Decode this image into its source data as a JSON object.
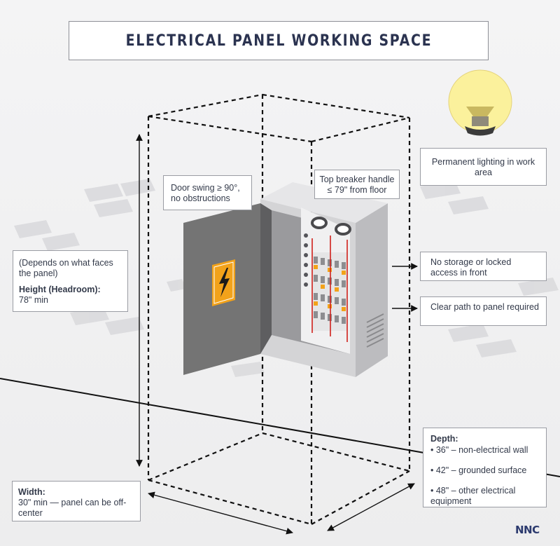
{
  "title": "ELECTRICAL PANEL WORKING SPACE",
  "labels": {
    "lighting": "Permanent lighting in work area",
    "door_swing": "Door swing ≥ 90°, no obstructions",
    "breaker": "Top breaker handle ≤ 79\" from floor",
    "headroom_note": "(Depends on what faces the panel)",
    "headroom_title": "Height (Headroom):",
    "headroom_value": "78\" min",
    "storage": "No storage or locked access in front",
    "clear_path": "Clear path to panel required",
    "depth_title": "Depth:",
    "depth_items": [
      "• 36\" – non-electrical wall",
      "• 42\" – grounded surface",
      "• 48\" – other electrical equipment"
    ],
    "width_title": "Width:",
    "width_value": "30\" min — panel can be off-center"
  },
  "logo": "NNC",
  "colors": {
    "title_text": "#2b3350",
    "panel_body": "#d6d6d8",
    "door": "#737373",
    "warning": "#f2a21a",
    "bulb": "#fbf19c",
    "logo": "#2c3a6e"
  },
  "icons": [
    "light-bulb-icon",
    "high-voltage-icon"
  ]
}
